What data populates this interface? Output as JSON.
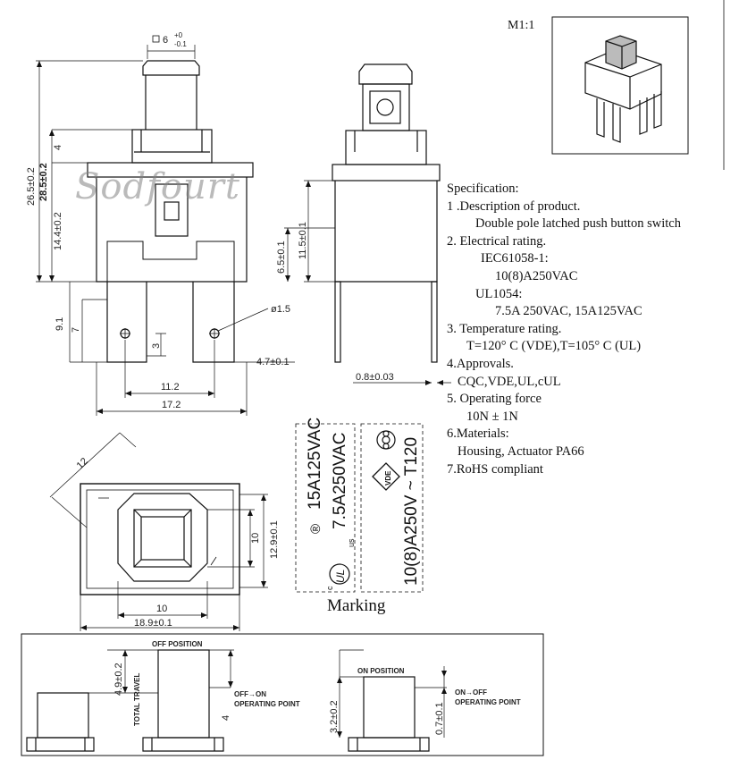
{
  "header": {
    "scale_label": "M1:1"
  },
  "watermark": "Sodfourt",
  "specification": {
    "title": "Specification:",
    "items": [
      "1 .Description of product.",
      "Double pole latched push button switch",
      "2. Electrical rating.",
      "IEC61058-1:",
      "10(8)A250VAC",
      "UL1054:",
      "7.5A 250VAC, 15A125VAC",
      "3. Temperature rating.",
      "T=120° C (VDE),T=105° C (UL)",
      "4.Approvals.",
      "CQC,VDE,UL,cUL",
      "5. Operating force",
      "10N ± 1N",
      "6.Materials:",
      "Housing, Actuator PA66",
      "7.RoHS compliant"
    ]
  },
  "dimensions": {
    "front": {
      "actuator_width": "6",
      "actuator_tol_upper": "+0",
      "actuator_tol_lower": "-0.1",
      "height_overall_a": "26.5±0.2",
      "height_overall_b": "28.5±0.2",
      "cap_height": "4",
      "body_height": "14.4±0.2",
      "terminal_length": "9.1",
      "terminal_inner": "7",
      "hole_offset": "3",
      "terminal_pitch": "11.2",
      "overall_width": "17.2",
      "hole_dia": "ø1.5"
    },
    "side": {
      "dim_a": "11.5±0.1",
      "dim_b": "6.5±0.1",
      "terminal_width": "4.7±0.1",
      "terminal_thickness": "0.8±0.03"
    },
    "top": {
      "diagonal": "12",
      "inner_height": "10",
      "outer_height": "12.9±0.1",
      "inner_width": "10",
      "outer_width": "18.9±0.1"
    },
    "travel": {
      "off_position": "OFF POSITION",
      "on_position": "ON POSITION",
      "total_travel": "TOTAL TRAVEL",
      "total_travel_value": "4.9±0.2",
      "off_on_point_line1": "OFF→ON",
      "off_on_point_line2": "OPERATING POINT",
      "off_on_value": "4",
      "on_off_point_line1": "ON→OFF",
      "on_off_point_line2": "OPERATING POINT",
      "on_value": "3.2±0.2",
      "on_off_value": "0.7±0.1"
    }
  },
  "marking": {
    "label": "Marking",
    "line1": "15A125VAC",
    "line2": "7.5A250VAC",
    "line3": "10(8)A250V ~ T120",
    "reg_symbol": "®",
    "us_mark": "us",
    "c_mark": "c",
    "ul_mark": "UL",
    "vde_mark": "VDE"
  }
}
